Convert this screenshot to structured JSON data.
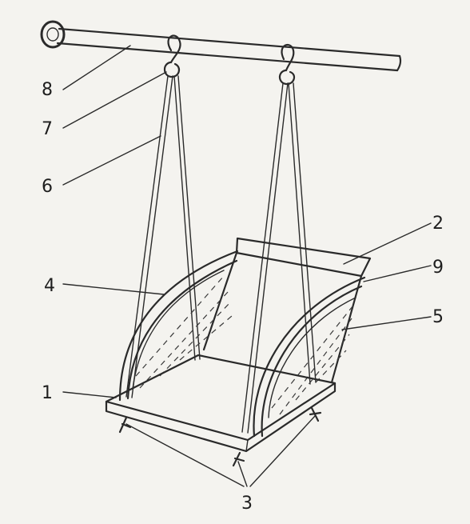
{
  "diagram": {
    "labels": {
      "l1": "1",
      "l2": "2",
      "l3": "3",
      "l4": "4",
      "l5": "5",
      "l6": "6",
      "l7": "7",
      "l8": "8",
      "l9": "9"
    },
    "colors": {
      "ink": "#2a2a2a",
      "paper": "#f4f3ef"
    }
  }
}
